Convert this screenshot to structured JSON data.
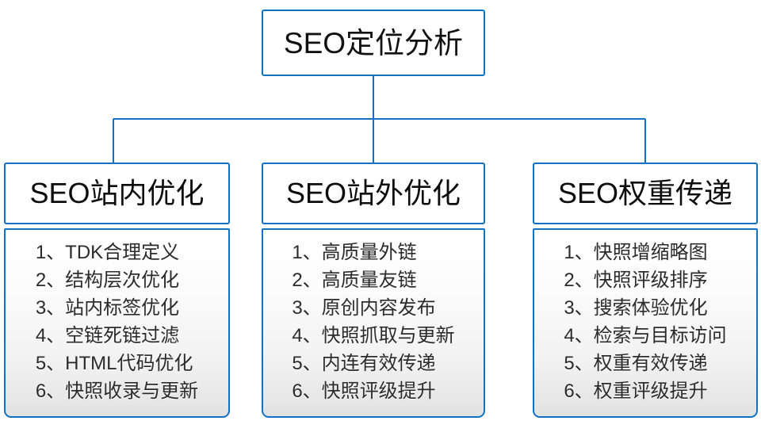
{
  "diagram": {
    "title": "SEO定位分析",
    "accent_color": "#1072c4",
    "text_color": "#2b2b2b",
    "background_color": "#ffffff",
    "root": {
      "label": "SEO定位分析"
    },
    "branches": [
      {
        "header": "SEO站内优化",
        "items": [
          "1、TDK合理定义",
          "2、结构层次优化",
          "3、站内标签优化",
          "4、空链死链过滤",
          "5、HTML代码优化",
          "6、快照收录与更新"
        ]
      },
      {
        "header": "SEO站外优化",
        "items": [
          "1、高质量外链",
          "2、高质量友链",
          "3、原创内容发布",
          "4、快照抓取与更新",
          "5、内连有效传递",
          "6、快照评级提升"
        ]
      },
      {
        "header": "SEO权重传递",
        "items": [
          "1、快照增缩略图",
          "2、快照评级排序",
          "3、搜索体验优化",
          "4、检索与目标访问",
          "5、权重有效传递",
          "6、权重评级提升"
        ]
      }
    ]
  }
}
